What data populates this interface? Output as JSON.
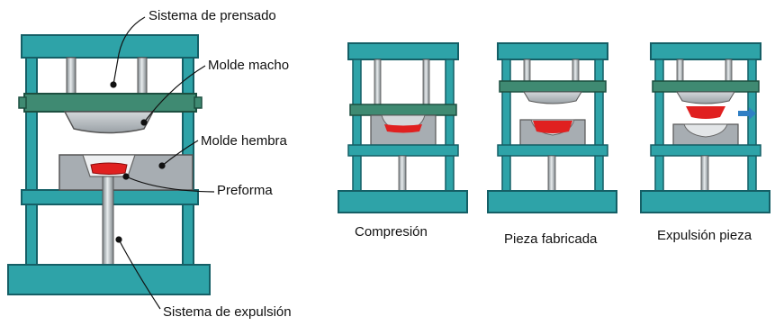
{
  "labels": {
    "pressing_system": "Sistema de prensado",
    "male_mold": "Molde macho",
    "female_mold": "Molde hembra",
    "preform": "Preforma",
    "ejection_system": "Sistema de expulsión"
  },
  "stages": [
    {
      "caption": "Compresión"
    },
    {
      "caption": "Pieza fabricada"
    },
    {
      "caption": "Expulsión pieza"
    }
  ],
  "colors": {
    "frame_fill": "#2ea3a8",
    "frame_stroke": "#155f66",
    "platen_fill": "#3f8a72",
    "mold_fill": "#b9bec2",
    "mold_dark": "#8c9398",
    "preform_fill": "#e02020",
    "arrow_fill": "#2f7fc4",
    "leader": "#111111"
  }
}
